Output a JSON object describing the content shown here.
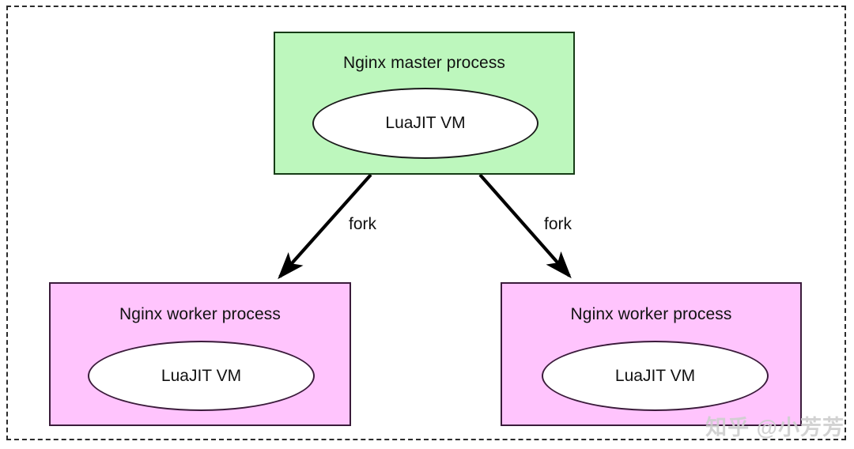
{
  "diagram": {
    "title": "Nginx master/worker process LuaJIT VM fork diagram",
    "frame_style": "dashed",
    "colors": {
      "master_fill": "#bdf7bd",
      "master_stroke": "#163c16",
      "worker_fill": "#ffc4fd",
      "worker_stroke": "#3b1b3b",
      "vm_fill": "#ffffff",
      "arrow": "#000000",
      "text": "#111111",
      "watermark": "#cfcfcf"
    },
    "nodes": [
      {
        "id": "master",
        "label": "Nginx master process",
        "shape": "rect",
        "inner": {
          "id": "master-vm",
          "label": "LuaJIT VM",
          "shape": "ellipse"
        }
      },
      {
        "id": "worker-left",
        "label": "Nginx worker process",
        "shape": "rect",
        "inner": {
          "id": "worker-left-vm",
          "label": "LuaJIT VM",
          "shape": "ellipse"
        }
      },
      {
        "id": "worker-right",
        "label": "Nginx worker process",
        "shape": "rect",
        "inner": {
          "id": "worker-right-vm",
          "label": "LuaJIT VM",
          "shape": "ellipse"
        }
      }
    ],
    "edges": [
      {
        "id": "fork-left",
        "from": "master",
        "to": "worker-left",
        "label": "fork",
        "arrowhead": "solid"
      },
      {
        "id": "fork-right",
        "from": "master",
        "to": "worker-right",
        "label": "fork",
        "arrowhead": "solid"
      }
    ],
    "watermark": "知乎 @小芳芳"
  }
}
